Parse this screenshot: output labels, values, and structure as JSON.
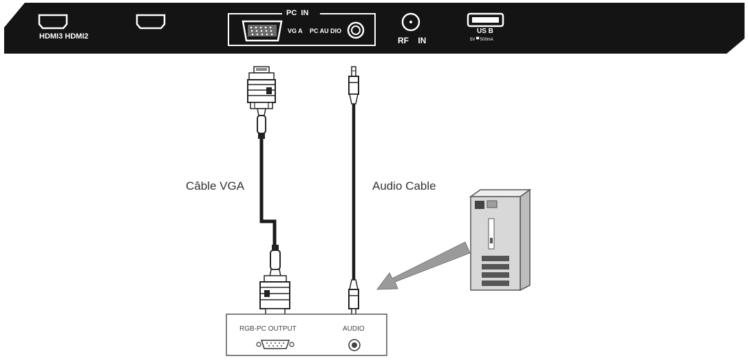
{
  "panel": {
    "hdmi_label": "HDMI3 HDMI2",
    "pc_in_label": "PC  IN",
    "vga_label": "VG A",
    "pc_audio_label": "PC AU DIO",
    "rf_label": "RF    IN",
    "usb_label": "US B",
    "usb_rating": "5V ▀ 500mA"
  },
  "cables": {
    "vga_label": "Câble VGA",
    "audio_label": "Audio Cable"
  },
  "source": {
    "rgb_label": "RGB-PC OUTPUT",
    "audio_label": "AUDIO"
  },
  "colors": {
    "panel": "#141414",
    "line": "#1a1a1a",
    "arrow": "#9a9a9a",
    "pc_case": "#d8d8d8"
  }
}
